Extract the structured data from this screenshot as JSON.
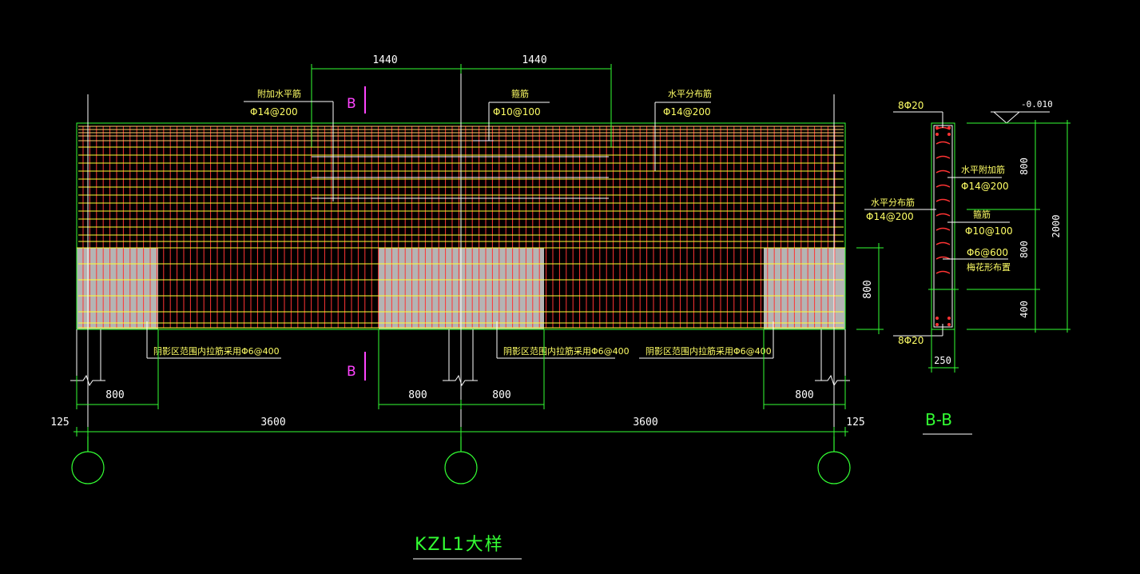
{
  "title": "KZL1大样",
  "section_title": "B-B",
  "section_mark": "B",
  "top_dims": [
    "1440",
    "1440"
  ],
  "bottom_dims": {
    "col_widths": [
      "800",
      "800",
      "800",
      "800"
    ],
    "spans": [
      "3600",
      "3600"
    ],
    "edges": [
      "125",
      "125"
    ]
  },
  "height_dim": "800",
  "labels": {
    "extra_horizontal": "附加水平筋",
    "extra_horizontal_spec": "Φ14@200",
    "stirrup": "箍筋",
    "stirrup_spec": "Φ10@100",
    "horizontal_dist": "水平分布筋",
    "horizontal_dist_spec": "Φ14@200",
    "shaded_tie_1": "阴影区范围内拉筋采用Φ6@400",
    "shaded_tie_2": "阴影区范围内拉筋采用Φ6@400",
    "shaded_tie_3": "阴影区范围内拉筋采用Φ6@400"
  },
  "section": {
    "top_bars": "8Φ20",
    "bottom_bars": "8Φ20",
    "elevation": "-0.010",
    "extra_horizontal": "水平附加筋",
    "extra_horizontal_spec": "Φ14@200",
    "horizontal_dist": "水平分布筋",
    "horizontal_dist_spec": "Φ14@200",
    "stirrup": "箍筋",
    "stirrup_spec": "Φ10@100",
    "tie_spec": "Φ6@600",
    "tie_layout": "梅花形布置",
    "width": "250",
    "heights": [
      "800",
      "800",
      "400"
    ],
    "total_height": "2000"
  },
  "colors": {
    "rebar": "#ff3333",
    "horizontal": "#ffff33",
    "outline": "#33ff33",
    "shade": "#b4b4b4",
    "dimension": "#33ff33",
    "text": "#ffff66",
    "section_mark": "#ff44ff"
  }
}
